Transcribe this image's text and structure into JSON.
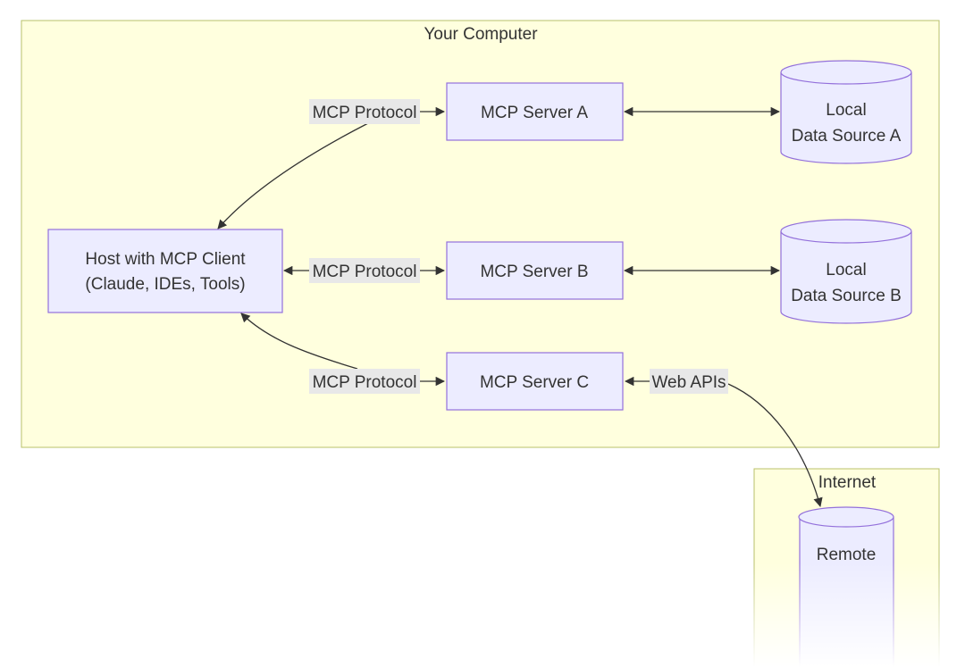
{
  "groups": {
    "computer": "Your Computer",
    "internet": "Internet"
  },
  "nodes": {
    "host_line1": "Host with MCP Client",
    "host_line2": "(Claude, IDEs, Tools)",
    "server_a": "MCP Server A",
    "server_b": "MCP Server B",
    "server_c": "MCP Server C",
    "source_a_line1": "Local",
    "source_a_line2": "Data Source A",
    "source_b_line1": "Local",
    "source_b_line2": "Data Source B",
    "remote": "Remote"
  },
  "edges": {
    "protocol_a": "MCP Protocol",
    "protocol_b": "MCP Protocol",
    "protocol_c": "MCP Protocol",
    "web_apis": "Web APIs"
  },
  "colors": {
    "group_fill": "#ffffde",
    "group_stroke": "#b8c06a",
    "node_fill": "#ececff",
    "node_stroke": "#9370db",
    "edge_stroke": "#333333",
    "edge_label_bg": "#e8e8e8"
  }
}
